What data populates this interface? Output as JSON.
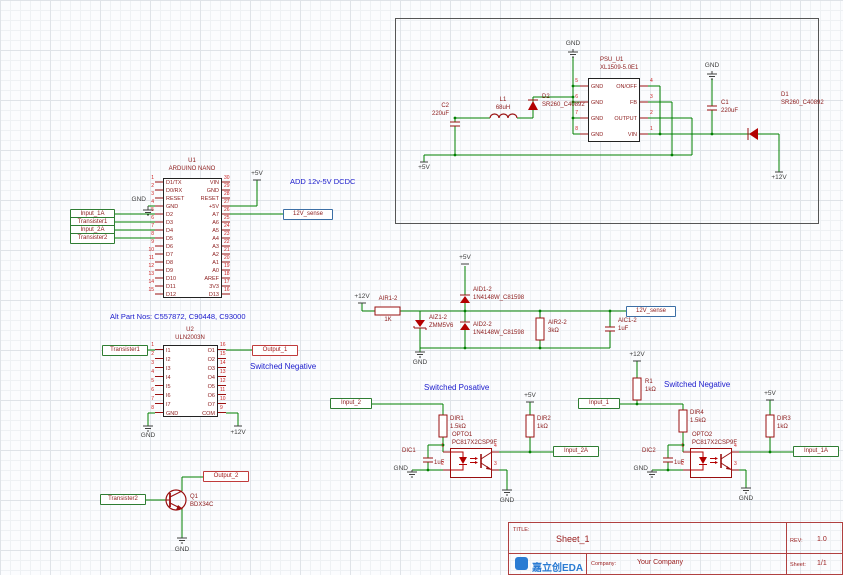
{
  "annotations": {
    "dcdc_note": "ADD 12v-5V DCDC",
    "alt_parts": "Alt Part Nos: C557872, C90448, C93000",
    "switched_negative_u2": "Switched Negative",
    "switched_posative": "Switched Posative",
    "switched_negative_opto": "Switched Negative"
  },
  "psu": {
    "ref": "PSU_U1",
    "part": "XL1509-5.0E1",
    "rows": [
      {
        "l": "GND",
        "r": "ON/OFF",
        "ln": "5",
        "rn": "4"
      },
      {
        "l": "GND",
        "r": "FB",
        "ln": "6",
        "rn": "3"
      },
      {
        "l": "GND",
        "r": "OUTPUT",
        "ln": "7",
        "rn": "2"
      },
      {
        "l": "GND",
        "r": "VIN",
        "ln": "8",
        "rn": "1"
      }
    ],
    "c2_ref": "C2",
    "c2_val": "220uF",
    "l1_ref": "L1",
    "l1_val": "68uH",
    "d2_ref": "D2",
    "d2_val": "SR260_C40892",
    "c1_ref": "C1",
    "c1_val": "220uF",
    "d1_ref": "D1",
    "d1_val": "SR260_C40892",
    "gnd_top": "GND",
    "gnd_c1": "GND",
    "p5v": "+5V",
    "p12v": "+12V"
  },
  "arduino": {
    "ref": "U1",
    "part": "ARDUINO NANO",
    "rows": [
      {
        "l": "D1/TX",
        "r": "VIN",
        "ln": "1",
        "rn": "30"
      },
      {
        "l": "D0/RX",
        "r": "GND",
        "ln": "2",
        "rn": "29"
      },
      {
        "l": "RESET",
        "r": "RESET",
        "ln": "3",
        "rn": "28"
      },
      {
        "l": "GND",
        "r": "+5V",
        "ln": "4",
        "rn": "27"
      },
      {
        "l": "D2",
        "r": "A7",
        "ln": "5",
        "rn": "26"
      },
      {
        "l": "D3",
        "r": "A6",
        "ln": "6",
        "rn": "25"
      },
      {
        "l": "D4",
        "r": "A5",
        "ln": "7",
        "rn": "24"
      },
      {
        "l": "D5",
        "r": "A4",
        "ln": "8",
        "rn": "23"
      },
      {
        "l": "D6",
        "r": "A3",
        "ln": "9",
        "rn": "22"
      },
      {
        "l": "D7",
        "r": "A2",
        "ln": "10",
        "rn": "21"
      },
      {
        "l": "D8",
        "r": "A1",
        "ln": "11",
        "rn": "20"
      },
      {
        "l": "D9",
        "r": "A0",
        "ln": "12",
        "rn": "19"
      },
      {
        "l": "D10",
        "r": "AREF",
        "ln": "13",
        "rn": "18"
      },
      {
        "l": "D11",
        "r": "3V3",
        "ln": "14",
        "rn": "17"
      },
      {
        "l": "D12",
        "r": "D13",
        "ln": "15",
        "rn": "16"
      }
    ],
    "gnd": "GND",
    "p5v": "+5V",
    "tag_input_1a": "Input_1A",
    "tag_transister1": "Transister1",
    "tag_input_2a": "Input_2A",
    "tag_transister2": "Transister2",
    "tag_sense": "12V_sense"
  },
  "uln": {
    "ref": "U2",
    "part": "ULN2003N",
    "rows": [
      {
        "l": "I1",
        "r": "O1",
        "ln": "1",
        "rn": "16"
      },
      {
        "l": "I2",
        "r": "O2",
        "ln": "2",
        "rn": "15"
      },
      {
        "l": "I3",
        "r": "O3",
        "ln": "3",
        "rn": "14"
      },
      {
        "l": "I4",
        "r": "O4",
        "ln": "4",
        "rn": "13"
      },
      {
        "l": "I5",
        "r": "O5",
        "ln": "5",
        "rn": "12"
      },
      {
        "l": "I6",
        "r": "O6",
        "ln": "6",
        "rn": "11"
      },
      {
        "l": "I7",
        "r": "O7",
        "ln": "7",
        "rn": "10"
      },
      {
        "l": "GND",
        "r": "COM",
        "ln": "8",
        "rn": "9"
      }
    ],
    "gnd": "GND",
    "p12v": "+12V",
    "tag_transister1": "Transister1",
    "tag_output_1": "Output_1"
  },
  "q1": {
    "ref": "Q1",
    "part": "BDX34C",
    "tag_output_2": "Output_2",
    "tag_transister2": "Transister2",
    "gnd": "GND"
  },
  "sense": {
    "p5v": "+5V",
    "p12v": "+12V",
    "gnd": "GND",
    "tag_sense": "12V_sense",
    "air_ref": "AIR1-2",
    "air_val": "1K",
    "aiz_ref": "AIZ1-2",
    "aiz_val": "ZMM5V6",
    "aid1_ref": "AID1-2",
    "aid1_val": "1N4148W_C81598",
    "aid2_ref": "AID2-2",
    "aid2_val": "1N4148W_C81598",
    "air2_ref": "AIR2-2",
    "air2_val": "3kΩ",
    "aic_ref": "AIC1-2",
    "aic_val": "1uF"
  },
  "opto1": {
    "label": "OPTO1",
    "part": "PC817X2CSP9F",
    "dir1_ref": "DIR1",
    "dir1_val": "1.5kΩ",
    "dir2_ref": "DIR2",
    "dir2_val": "1kΩ",
    "dic_ref": "DIC1",
    "dic_val": "1uF",
    "p5v": "+5V",
    "gnd_l": "GND",
    "gnd_r": "GND",
    "tag_in": "Input_2",
    "tag_out": "Input_2A",
    "pin1": "1",
    "pin2": "2",
    "pin3": "3",
    "pin4": "4"
  },
  "opto2": {
    "label": "OPTO2",
    "part": "PC817X2CSP9F",
    "r1_ref": "R1",
    "r1_val": "1kΩ",
    "dir4_ref": "DIR4",
    "dir4_val": "1.5kΩ",
    "dir3_ref": "DIR3",
    "dir3_val": "1kΩ",
    "dic_ref": "DIC2",
    "dic_val": "1uF",
    "p12v": "+12V",
    "p5v": "+5V",
    "gnd_l": "GND",
    "gnd_r": "GND",
    "tag_in": "Input_1",
    "tag_out": "Input_1A",
    "pin1": "1",
    "pin2": "2",
    "pin3": "3",
    "pin4": "4"
  },
  "title_block": {
    "title_label": "TITLE:",
    "title": "Sheet_1",
    "rev_label": "REV:",
    "rev": "1.0",
    "company_label": "Company:",
    "company": "Your Company",
    "sheet_label": "Sheet:",
    "sheet": "1/1",
    "logo_text": "嘉立创EDA"
  }
}
